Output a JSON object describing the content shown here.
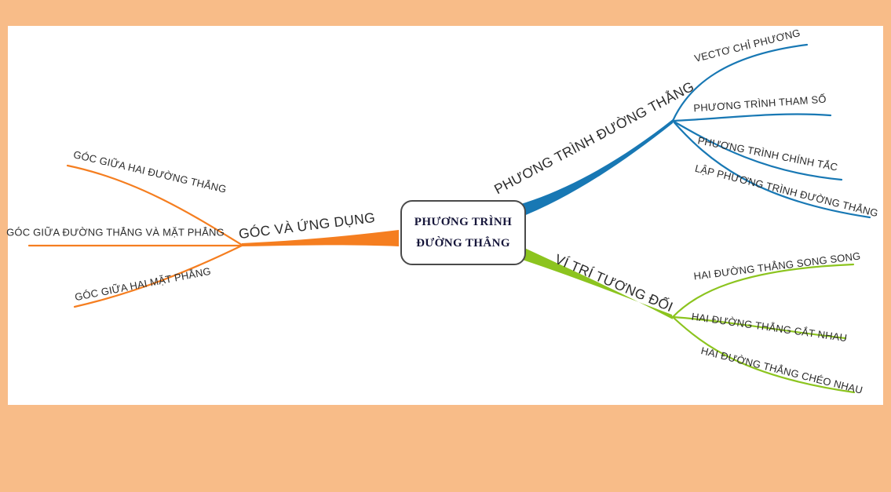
{
  "canvas": {
    "background_color": "#f8bc88",
    "surface_color": "#ffffff"
  },
  "mindmap": {
    "root": {
      "line1": "PHƯƠNG TRÌNH",
      "line2": "ĐƯỜNG THẲNG"
    },
    "branches": [
      {
        "label": "PHƯƠNG TRÌNH ĐƯỜNG THẲNG",
        "color": "#1878b4",
        "children": [
          "VECTƠ CHỈ PHƯƠNG",
          "PHƯƠNG TRÌNH THAM SỐ",
          "PHƯƠNG TRÌNH CHÍNH TẮC",
          "LẬP PHƯƠNG TRÌNH ĐƯỜNG THẲNG"
        ]
      },
      {
        "label": "VÍ TRÍ TƯƠNG ĐỐI",
        "color": "#8cc41f",
        "children": [
          "HAI ĐƯỜNG THẲNG SONG SONG",
          "HAI ĐƯỜNG THẲNG CẮT NHAU",
          "HAI ĐƯỜNG THẲNG CHÉO NHAU"
        ]
      },
      {
        "label": "GÓC VÀ ỨNG DỤNG",
        "color": "#f57e20",
        "children": [
          "GÓC GIỮA HAI ĐƯỜNG THẲNG",
          "GÓC GIỮA ĐƯỜNG THẲNG VÀ MẶT PHẲNG",
          "GÓC GIỮA HAI MẶT PHẲNG"
        ]
      }
    ]
  }
}
